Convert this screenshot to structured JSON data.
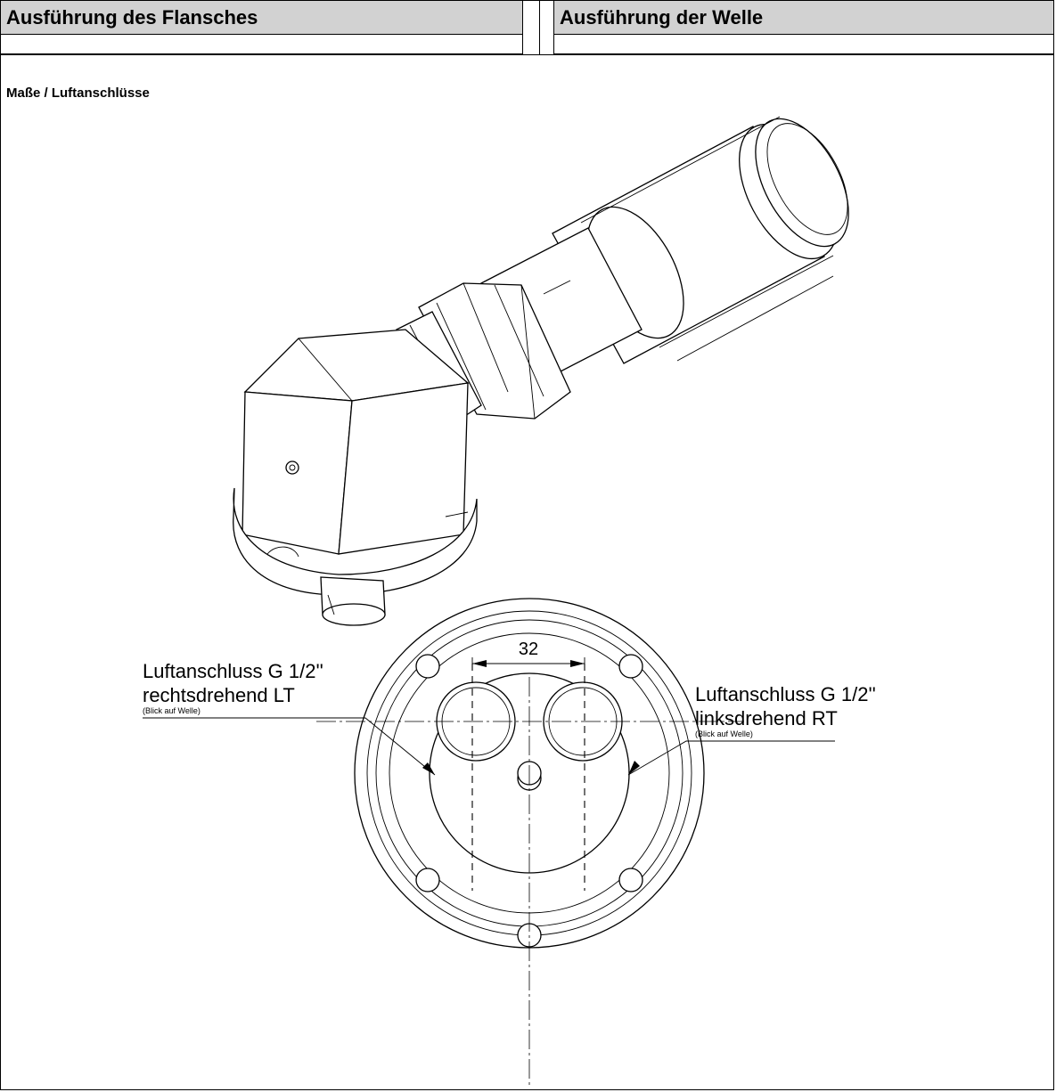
{
  "header": {
    "left_title": "Ausführung des Flansches",
    "right_title": "Ausführung der Welle"
  },
  "section": {
    "label": "Maße / Luftanschlüsse"
  },
  "drawing": {
    "dimension": "32",
    "left_port": {
      "line1": "Luftanschluss G 1/2''",
      "line2": "rechtsdrehend LT",
      "note": "(Blick auf Welle)"
    },
    "right_port": {
      "line1": "Luftanschluss G 1/2''",
      "line2": "linksdrehend RT",
      "note": "(Blick auf Welle)"
    }
  }
}
